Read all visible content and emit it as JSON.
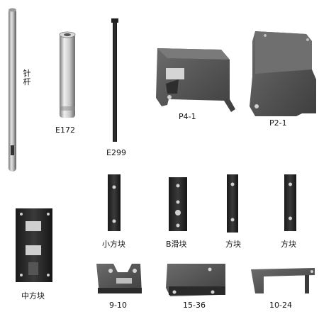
{
  "catalog": {
    "items": [
      {
        "id": "needle-bar",
        "label_line1": "针",
        "label_line2": "杆"
      },
      {
        "id": "e172",
        "label": "E172"
      },
      {
        "id": "e299",
        "label": "E299"
      },
      {
        "id": "p4-1",
        "label": "P4-1"
      },
      {
        "id": "p2-1",
        "label": "P2-1"
      },
      {
        "id": "small-block",
        "label": "小方块"
      },
      {
        "id": "b-slide-block",
        "label": "B滑块"
      },
      {
        "id": "block-1",
        "label": "方块"
      },
      {
        "id": "block-2",
        "label": "方块"
      },
      {
        "id": "middle-block",
        "label": "中方块"
      },
      {
        "id": "part-9-10",
        "label": "9-10"
      },
      {
        "id": "part-15-36",
        "label": "15-36"
      },
      {
        "id": "part-10-24",
        "label": "10-24"
      }
    ]
  }
}
